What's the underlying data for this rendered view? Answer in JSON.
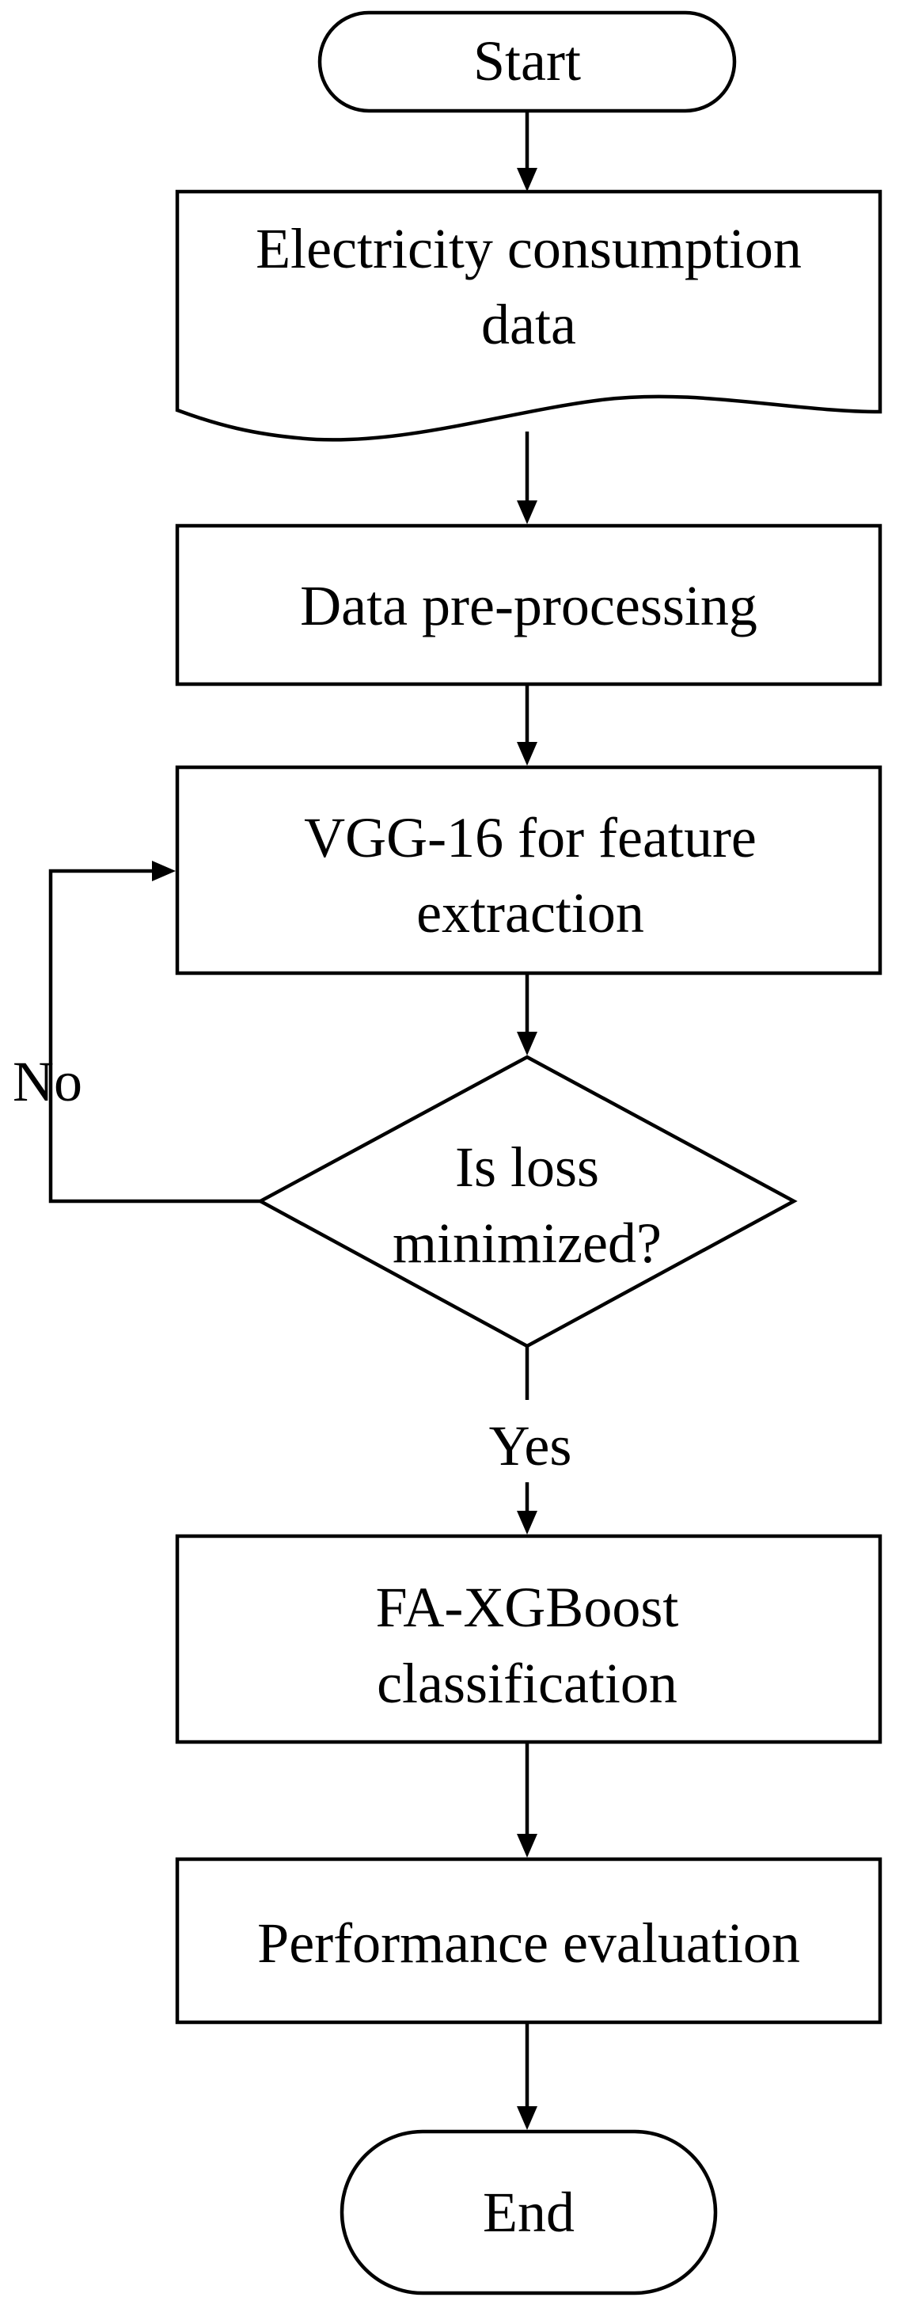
{
  "diagram": {
    "nodes": {
      "start": {
        "shape": "terminal",
        "lines": [
          "Start"
        ]
      },
      "data": {
        "shape": "document",
        "lines": [
          "Electricity consumption",
          "data"
        ]
      },
      "preprocess": {
        "shape": "process",
        "lines": [
          "Data pre-processing"
        ]
      },
      "vgg": {
        "shape": "process",
        "lines": [
          "VGG-16 for feature",
          "extraction"
        ]
      },
      "decision": {
        "shape": "decision",
        "lines": [
          "Is loss",
          "minimized?"
        ]
      },
      "classify": {
        "shape": "process",
        "lines": [
          "FA-XGBoost",
          "classification"
        ]
      },
      "evaluate": {
        "shape": "process",
        "lines": [
          "Performance evaluation"
        ]
      },
      "end": {
        "shape": "terminal",
        "lines": [
          "End"
        ]
      }
    },
    "edges": {
      "no_label": "No",
      "yes_label": "Yes"
    }
  }
}
